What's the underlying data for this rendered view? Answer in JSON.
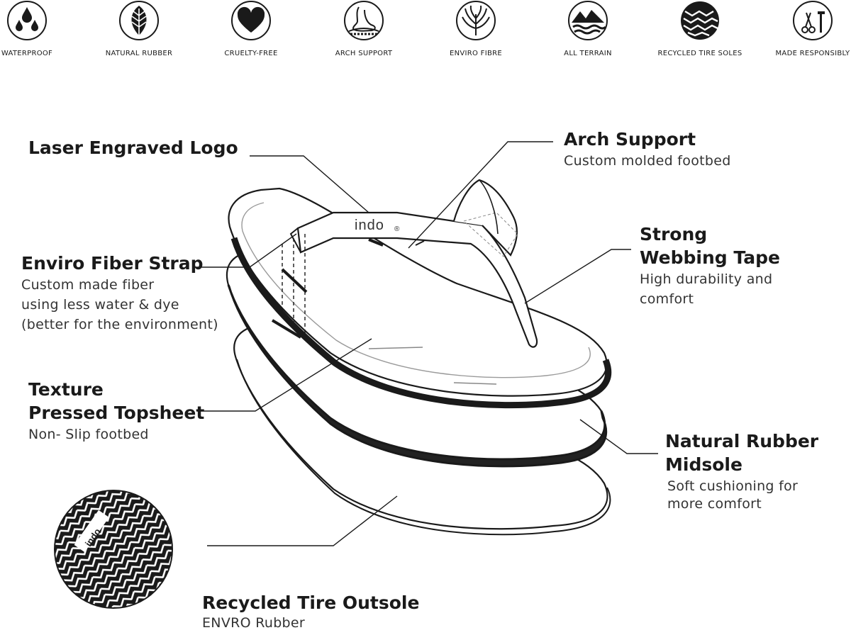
{
  "features": [
    {
      "label": "WATERPROOF",
      "icon": "water-drops-icon"
    },
    {
      "label": "NATURAL RUBBER",
      "icon": "leaf-icon"
    },
    {
      "label": "CRUELTY-FREE",
      "icon": "heart-icon"
    },
    {
      "label": "ARCH SUPPORT",
      "icon": "foot-arch-icon"
    },
    {
      "label": "ENVIRO FIBRE",
      "icon": "plant-fiber-icon"
    },
    {
      "label": "ALL TERRAIN",
      "icon": "mountain-waves-icon"
    },
    {
      "label": "RECYCLED TIRE SOLES",
      "icon": "tire-tread-icon"
    },
    {
      "label": "MADE RESPONSIBLY",
      "icon": "tools-icon"
    }
  ],
  "callouts": {
    "logo": {
      "title": "Laser Engraved Logo"
    },
    "arch": {
      "title": "Arch Support",
      "sub": "Custom molded footbed"
    },
    "webbing": {
      "title1": "Strong",
      "title2": "Webbing Tape",
      "sub1": "High durability and",
      "sub2": "comfort"
    },
    "strap": {
      "title": "Enviro Fiber Strap",
      "sub1": "Custom made fiber",
      "sub2": "using less water & dye",
      "sub3": "(better for the environment)"
    },
    "topsheet": {
      "title1": "Texture",
      "title2": "Pressed Topsheet",
      "sub": "Non- Slip footbed"
    },
    "midsole": {
      "title1": "Natural Rubber",
      "title2": "Midsole",
      "sub1": "Soft cushioning for",
      "sub2": "more comfort"
    },
    "outsole": {
      "title": "Recycled Tire Outsole",
      "sub": "ENVRO Rubber"
    }
  },
  "brand": {
    "strap_logo": "indo",
    "strap_mark": "®",
    "tread_text": "indo"
  },
  "colors": {
    "ink": "#1a1a1a",
    "fill": "#ffffff",
    "dark_layer": "#222222"
  }
}
